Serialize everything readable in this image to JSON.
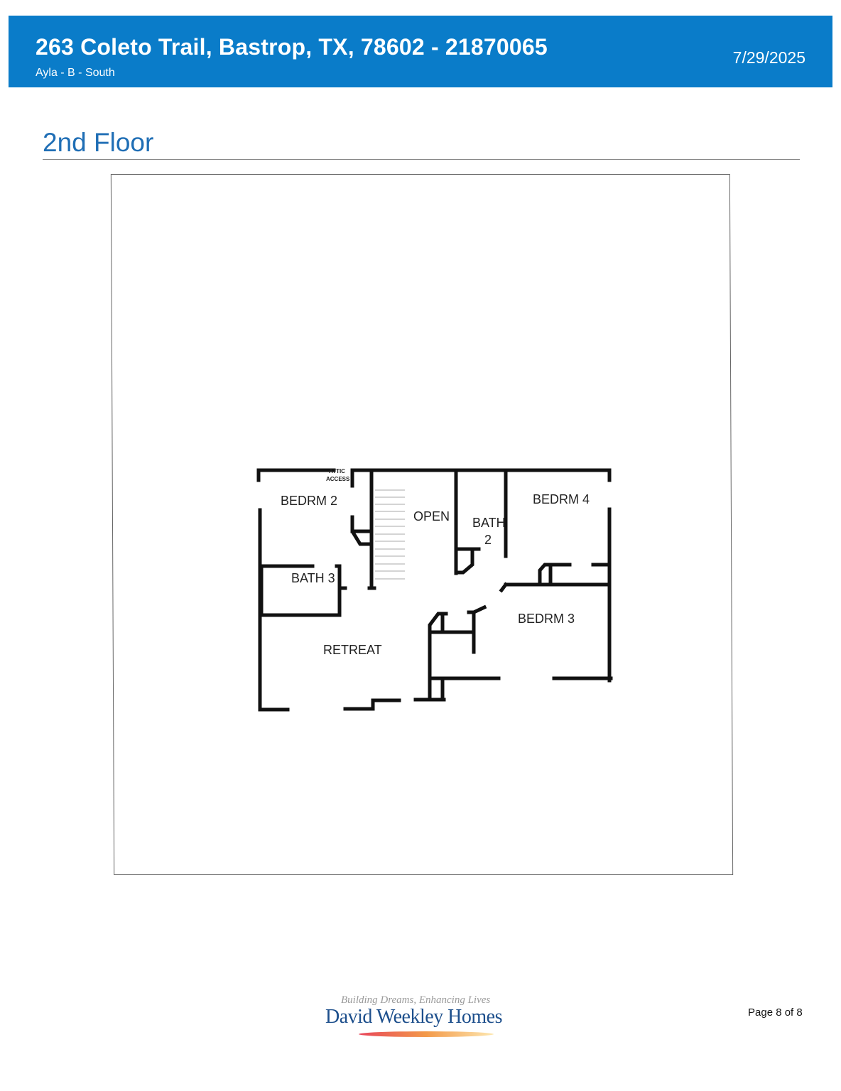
{
  "header": {
    "title": "263 Coleto Trail, Bastrop, TX, 78602 - 21870065",
    "subtitle": "Ayla - B - South",
    "date": "7/29/2025",
    "background_color": "#0a7cc9"
  },
  "section_title": "2nd Floor",
  "floor_plan": {
    "rooms": {
      "bedrm2": "BEDRM 2",
      "attic_1": "ATTIC",
      "attic_2": "ACCESS",
      "open": "OPEN",
      "bath2_1": "BATH",
      "bath2_2": "2",
      "bedrm4": "BEDRM 4",
      "bath3": "BATH 3",
      "bedrm3": "BEDRM 3",
      "retreat": "RETREAT"
    }
  },
  "footer": {
    "tagline": "Building Dreams, Enhancing Lives",
    "brand": "David Weekley Homes",
    "page": "Page 8 of 8"
  }
}
